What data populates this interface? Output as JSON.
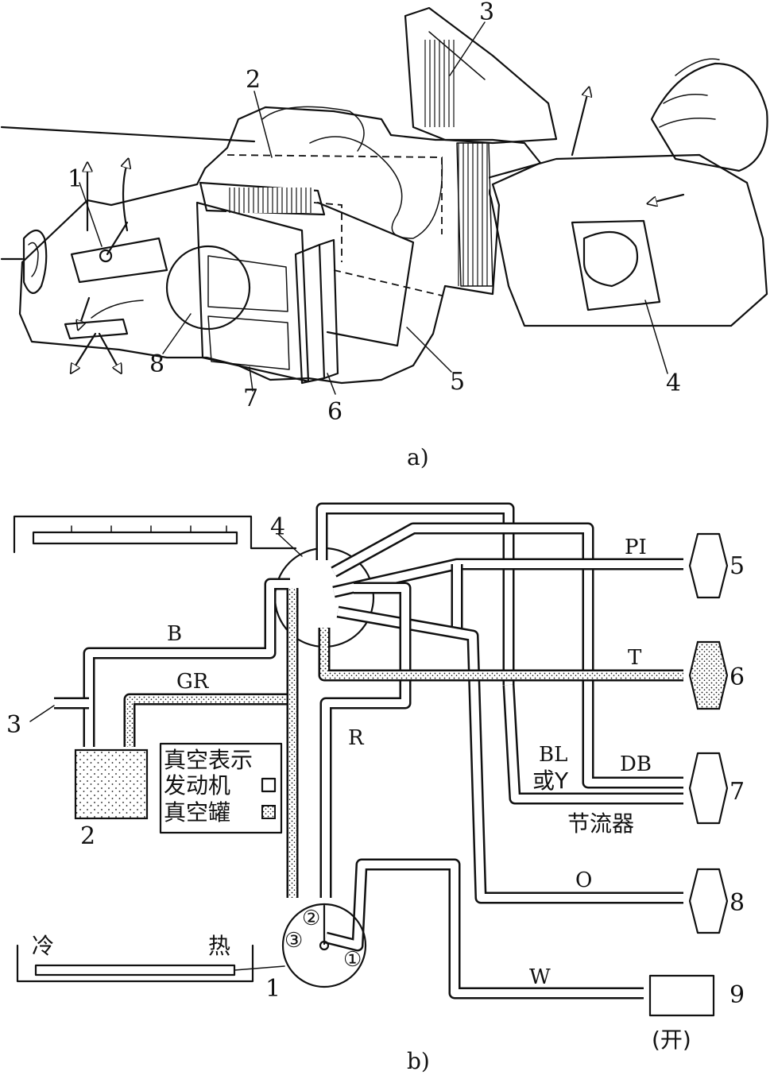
{
  "figure_a": {
    "caption": "a)",
    "labels": [
      "1",
      "2",
      "3",
      "4",
      "5",
      "6",
      "7",
      "8"
    ]
  },
  "figure_b": {
    "caption": "b)",
    "components": [
      "1",
      "2",
      "3",
      "4",
      "5",
      "6",
      "7",
      "8",
      "9"
    ],
    "lines": {
      "B": "B",
      "GR": "GR",
      "R": "R",
      "PI": "PI",
      "T": "T",
      "BL": "BL",
      "or_Y": "或Y",
      "DB": "DB",
      "O": "O",
      "W": "W"
    },
    "restrictor": "节流器",
    "slider_cold": "冷",
    "slider_hot": "热",
    "valve_ports": [
      "②",
      "③",
      "①"
    ],
    "open_label": "(开)",
    "legend": {
      "title": "真空表示",
      "engine": "发动机",
      "tank": "真空罐"
    }
  }
}
